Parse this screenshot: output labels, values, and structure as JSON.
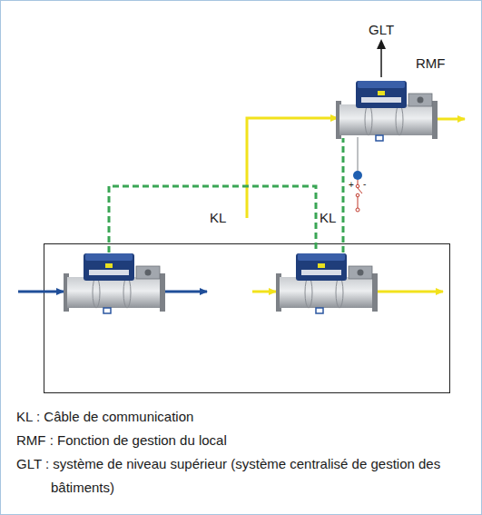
{
  "diagram": {
    "nodes": [
      {
        "text": [
          "GLT"
        ]
      },
      {
        "text": [
          "RMF"
        ]
      }
    ],
    "edges": [
      {
        "from": 1,
        "to": 0,
        "arrow": "to"
      }
    ],
    "labels": [
      "KL",
      "KL",
      "+",
      "-",
      "KL : Câble de communication",
      "RMF : Fonction de gestion du local",
      "GLT : système de niveau supérieur (système centralisé de gestion des bâtiments)"
    ]
  }
}
